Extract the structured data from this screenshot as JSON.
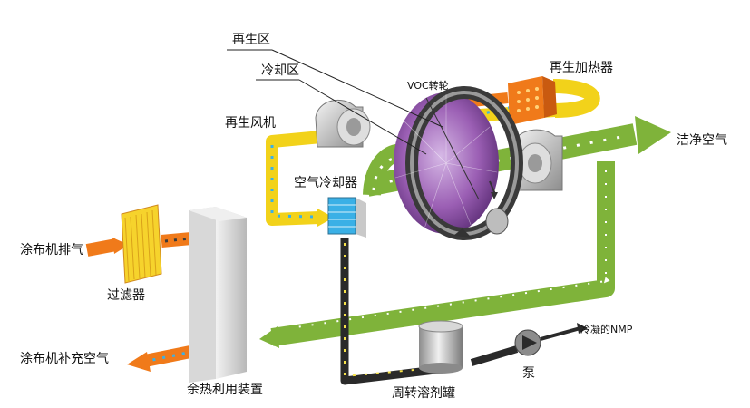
{
  "labels": {
    "regen_zone": "再生区",
    "cooling_zone": "冷却区",
    "voc_rotor": "VOC转轮",
    "regen_heater": "再生加热器",
    "regen_fan": "再生风机",
    "clean_air": "洁净空气",
    "air_cooler": "空气冷却器",
    "coater_exhaust": "涂布机排气",
    "filter": "过滤器",
    "coater_makeup_air": "涂布机补充空气",
    "heat_recovery": "余热利用装置",
    "condensed_nmp": "冷凝的NMP",
    "pump": "泵",
    "transfer_tank": "周转溶剂罐"
  },
  "colors": {
    "exhaust_flow": "#f07a1a",
    "regen_flow": "#f2d21a",
    "clean_flow": "#7fb33a",
    "condensate_flow": "#2a2a2a",
    "arrow_marker_blue": "#3ab0e6",
    "arrow_marker_white": "#ffffff",
    "rotor": "#9b5fb4"
  }
}
